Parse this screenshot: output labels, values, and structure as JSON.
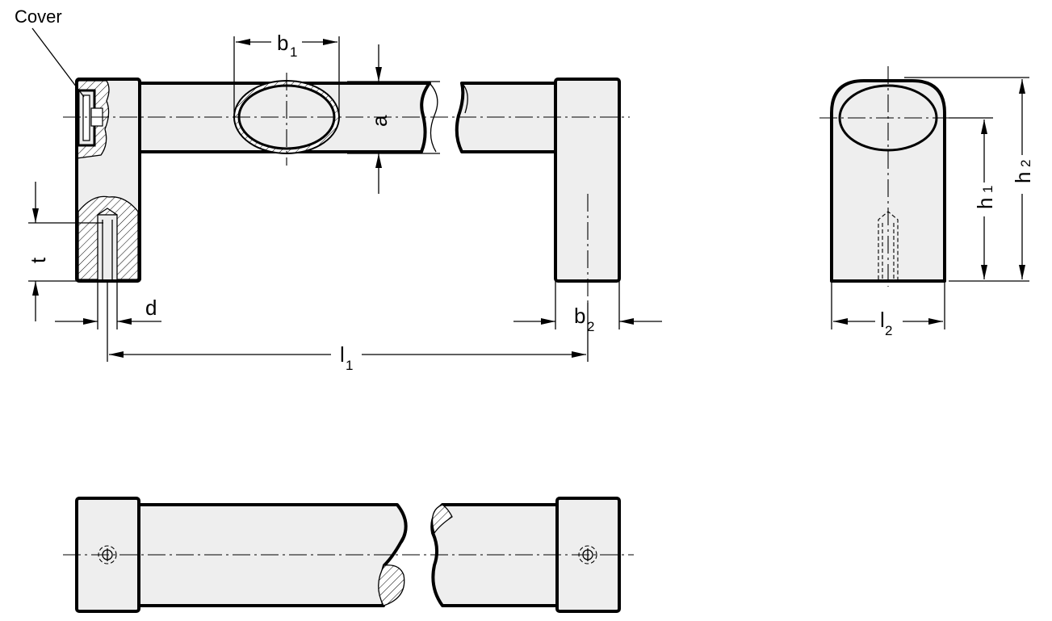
{
  "labels": {
    "cover": "Cover",
    "b1": "b",
    "b1_sub": "1",
    "a": "a",
    "t": "t",
    "d": "d",
    "b2": "b",
    "b2_sub": "2",
    "l1": "l",
    "l1_sub": "1",
    "l2": "l",
    "l2_sub": "2",
    "h1": "h",
    "h1_sub": "1",
    "h2": "h",
    "h2_sub": "2"
  },
  "colors": {
    "fill": "#eeeeee",
    "stroke": "#000000",
    "background": "#ffffff"
  }
}
